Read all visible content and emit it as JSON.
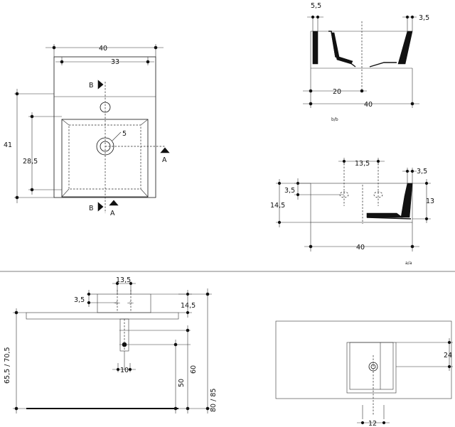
{
  "top_view": {
    "dim_40": "40",
    "dim_33": "33",
    "dim_41": "41",
    "dim_28_5": "28,5",
    "dim_5": "5",
    "label_b_top": "B",
    "label_b_bottom": "B",
    "label_a_right": "A",
    "label_a_bottom": "A"
  },
  "section_bb": {
    "dim_5_5": "5,5",
    "dim_3_5": "3,5",
    "dim_20": "20",
    "dim_40": "40",
    "caption": "b/b"
  },
  "section_aa": {
    "dim_13_5": "13,5",
    "dim_3_5_right": "3,5",
    "dim_3_5_left": "3,5",
    "dim_14_5": "14,5",
    "dim_13": "13",
    "dim_40": "40",
    "caption": "a/a"
  },
  "side_view": {
    "dim_13_5": "13,5",
    "dim_3_5": "3,5",
    "dim_14_5": "14,5",
    "dim_65_70": "65,5 / 70,5",
    "dim_60": "60",
    "dim_50": "50",
    "dim_80_85": "80 / 85",
    "dim_10": "10"
  },
  "front_view": {
    "dim_24": "24",
    "dim_12": "12"
  }
}
